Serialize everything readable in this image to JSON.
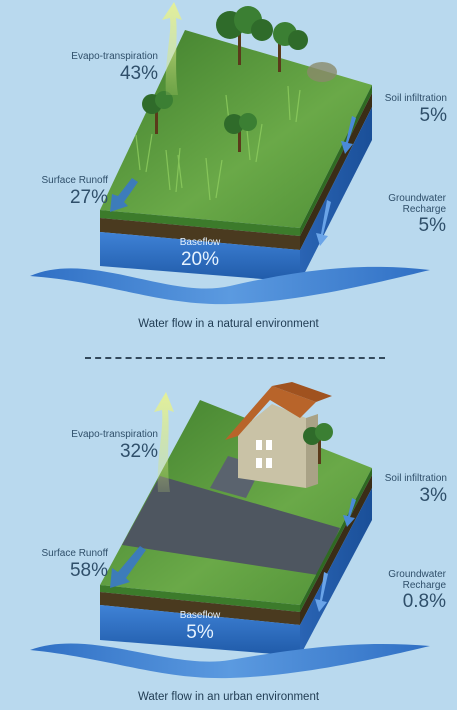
{
  "natural": {
    "caption": "Water flow in a natural environment",
    "evapotranspiration": {
      "name": "Evapo-transpiration",
      "value": "43%"
    },
    "surface_runoff": {
      "name": "Surface Runoff",
      "value": "27%"
    },
    "soil_infiltration": {
      "name": "Soil infiltration",
      "value": "5%"
    },
    "groundwater_recharge": {
      "name_line1": "Groundwater",
      "name_line2": "Recharge",
      "value": "5%"
    },
    "baseflow": {
      "name": "Baseflow",
      "value": "20%"
    }
  },
  "urban": {
    "caption": "Water flow in an urban environment",
    "evapotranspiration": {
      "name": "Evapo-transpiration",
      "value": "32%"
    },
    "surface_runoff": {
      "name": "Surface Runoff",
      "value": "58%"
    },
    "soil_infiltration": {
      "name": "Soil infiltration",
      "value": "3%"
    },
    "groundwater_recharge": {
      "name_line1": "Groundwater",
      "name_line2": "Recharge",
      "value": "0.8%"
    },
    "baseflow": {
      "name": "Baseflow",
      "value": "5%"
    }
  },
  "colors": {
    "background": "#b9d9ee",
    "grass_top": "#5f9b3e",
    "grass_side": "#3f7a2c",
    "soil": "#4a3a1f",
    "water": "#2f6fc4",
    "water_light": "#5b9ae0",
    "road": "#4e5660",
    "roof": "#b8642a",
    "house_wall": "#c9c2a6",
    "evap_arrow": "#d8e88a",
    "text": "#2f4f6a"
  }
}
